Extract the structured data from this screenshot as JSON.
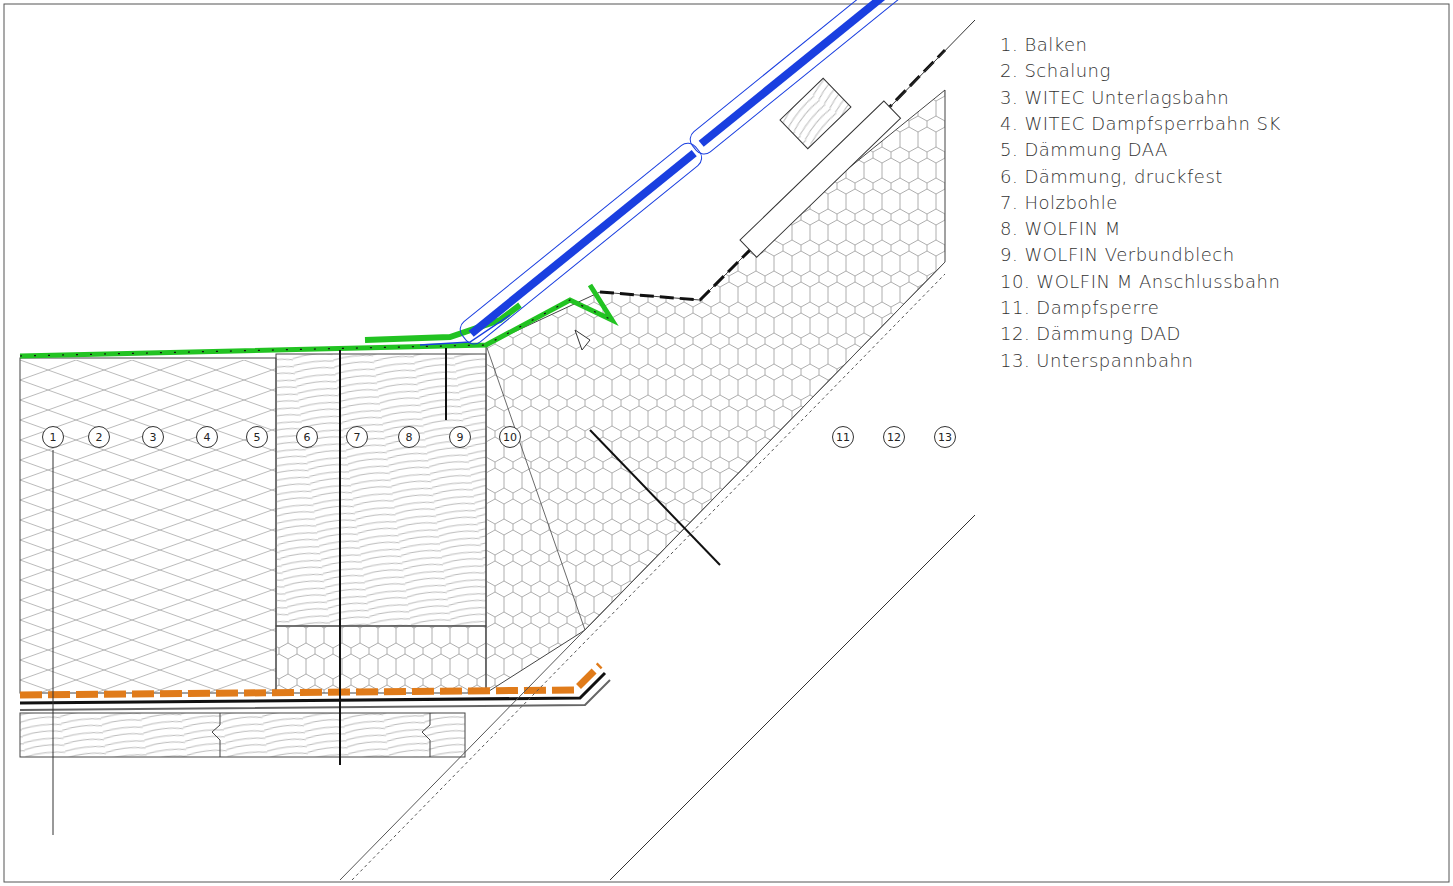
{
  "diagram": {
    "nodes": [
      {
        "text": [
          "1"
        ]
      },
      {
        "text": [
          "2"
        ]
      },
      {
        "text": [
          "3"
        ]
      },
      {
        "text": [
          "4"
        ]
      },
      {
        "text": [
          "5"
        ]
      },
      {
        "text": [
          "6"
        ]
      },
      {
        "text": [
          "7"
        ]
      },
      {
        "text": [
          "8"
        ]
      },
      {
        "text": [
          "9"
        ]
      },
      {
        "text": [
          "10"
        ]
      },
      {
        "text": [
          "11"
        ]
      },
      {
        "text": [
          "12"
        ]
      },
      {
        "text": [
          "13"
        ]
      }
    ],
    "labels": [
      "1. Balken",
      "2. Schalung",
      "3. WITEC Unterlagsbahn",
      "4. WITEC Dampfsperrbahn SK",
      "5. Dämmung DAA",
      "6. Dämmung, druckfest",
      "7. Holzbohle",
      "8. WOLFIN M",
      "9. WOLFIN Verbundblech",
      "10. WOLFIN M Anschlussbahn",
      "11. Dampfsperre",
      "12. Dämmung DAD",
      "13. Unterspannbahn"
    ]
  }
}
